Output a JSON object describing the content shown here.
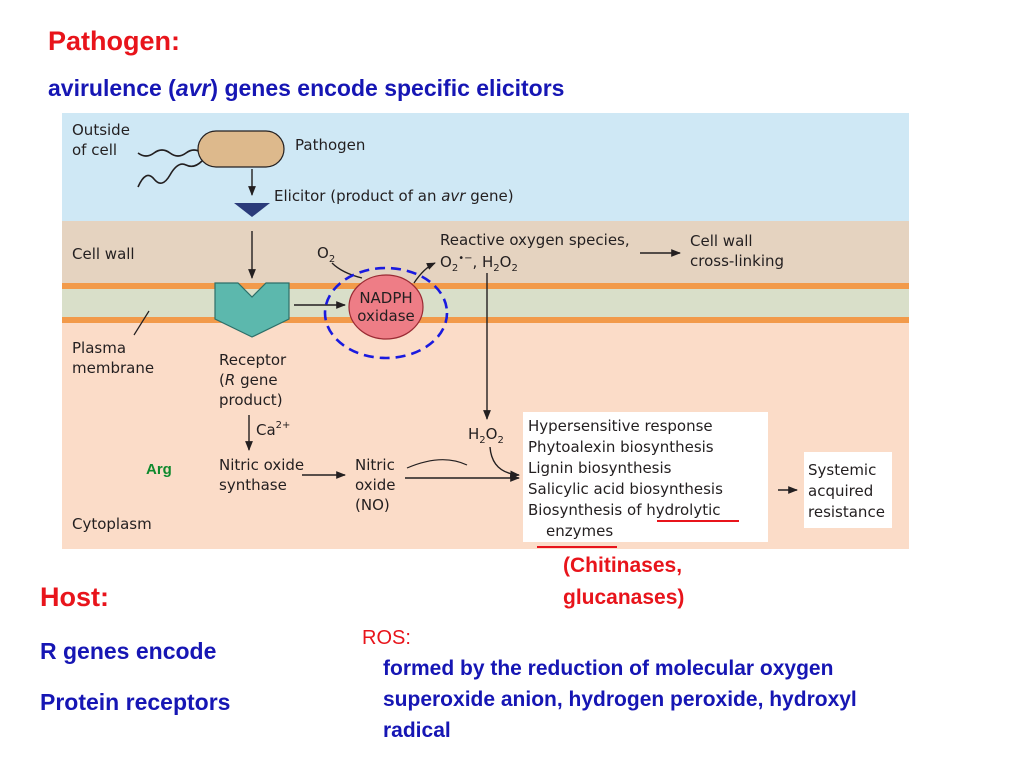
{
  "heading": {
    "pathogen": "Pathogen:",
    "avr_pre": "avirulence (",
    "avr_italic": "avr",
    "avr_post": ") genes encode specific elicitors"
  },
  "diagram": {
    "outside_line1": "Outside",
    "outside_line2": "of cell",
    "pathogen": "Pathogen",
    "elicitor_pre": "Elicitor (product of an ",
    "elicitor_italic": "avr",
    "elicitor_post": " gene)",
    "cell_wall": "Cell wall",
    "o2_main": "O",
    "o2_sub": "2",
    "ros_line1": "Reactive oxygen species,",
    "ros_o": "O",
    "ros_o_sub": "2",
    "ros_o_sup": "•−",
    "ros_h2o2": ", H",
    "ros_h_sub": "2",
    "ros_o2": "O",
    "ros_o2_sub": "2",
    "cw_cross_line1": "Cell wall",
    "cw_cross_line2": "cross-linking",
    "nadph_line1": "NADPH",
    "nadph_line2": "oxidase",
    "plasma_line1": "Plasma",
    "plasma_line2": "membrane",
    "receptor_line1": "Receptor",
    "receptor_line2_open": "(",
    "receptor_line2_italic": "R",
    "receptor_line2_rest": " gene",
    "receptor_line3": "product)",
    "ca_main": "Ca",
    "ca_sup": "2+",
    "h2o2_h": "H",
    "h2o2_sub1": "2",
    "h2o2_o": "O",
    "h2o2_sub2": "2",
    "arg": "Arg",
    "nos_line1": "Nitric oxide",
    "nos_line2": "synthase",
    "no_line1": "Nitric",
    "no_line2": "oxide",
    "no_line3": "(NO)",
    "responses": [
      "Hypersensitive response",
      "Phytoalexin biosynthesis",
      "Lignin biosynthesis",
      "Salicylic acid biosynthesis",
      "Biosynthesis of hydrolytic",
      "enzymes"
    ],
    "sar_line1": "Systemic",
    "sar_line2": "acquired",
    "sar_line3": "resistance",
    "cytoplasm": "Cytoplasm"
  },
  "chitinases_line1": "(Chitinases,",
  "chitinases_line2": "glucanases)",
  "host": {
    "title": "Host:",
    "line1": "R genes encode",
    "line2": "Protein receptors"
  },
  "ros": {
    "title": "ROS:",
    "line1": "formed by the reduction of molecular oxygen",
    "line2": "superoxide anion, hydrogen peroxide, hydroxyl",
    "line3": "radical"
  },
  "colors": {
    "outside_bg": "#cfe8f5",
    "cell_wall_bg": "#e5d3c0",
    "membrane_orange": "#f29a4a",
    "membrane_mid": "#d9dfc9",
    "cytoplasm_bg": "#fbdcc8",
    "receptor": "#5cb8ad",
    "nadph": "#ee7d86",
    "title_red": "#e8141b",
    "text_blue": "#1616b4"
  }
}
